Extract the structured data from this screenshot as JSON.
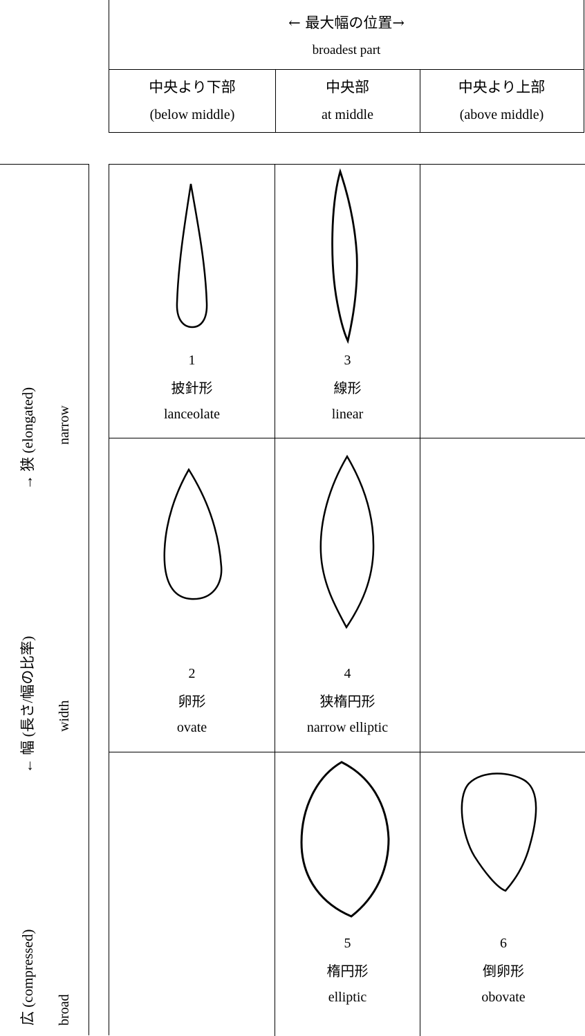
{
  "header": {
    "title": "←  最大幅の位置→",
    "subtitle": "broadest part",
    "columns": [
      {
        "jp": "中央より下部",
        "en": "(below middle)"
      },
      {
        "jp": "中央部",
        "en": "at middle"
      },
      {
        "jp": "中央より上部",
        "en": "(above middle)"
      }
    ]
  },
  "axis": {
    "line1": "広 (compressed)      ←  幅 (長さ/幅の比率)      →  狭 (elongated)",
    "line2": "broad                                  width                                  narrow",
    "line1_parts": [
      "広 (compressed)",
      "←  幅 (長さ/幅の比率)",
      "→  狭 (elongated)"
    ],
    "line2_parts": [
      "broad",
      "width",
      "narrow"
    ]
  },
  "shapes": [
    {
      "num": "1",
      "jp": "披針形",
      "en": "lanceolate"
    },
    {
      "num": "3",
      "jp": "線形",
      "en": "linear"
    },
    {
      "num": "2",
      "jp": "卵形",
      "en": "ovate"
    },
    {
      "num": "4",
      "jp": "狭楕円形",
      "en": "narrow elliptic"
    },
    {
      "num": "5",
      "jp": "楕円形",
      "en": "elliptic"
    },
    {
      "num": "6",
      "jp": "倒卵形",
      "en": "obovate"
    }
  ],
  "colors": {
    "line": "#000000",
    "background": "#ffffff"
  }
}
